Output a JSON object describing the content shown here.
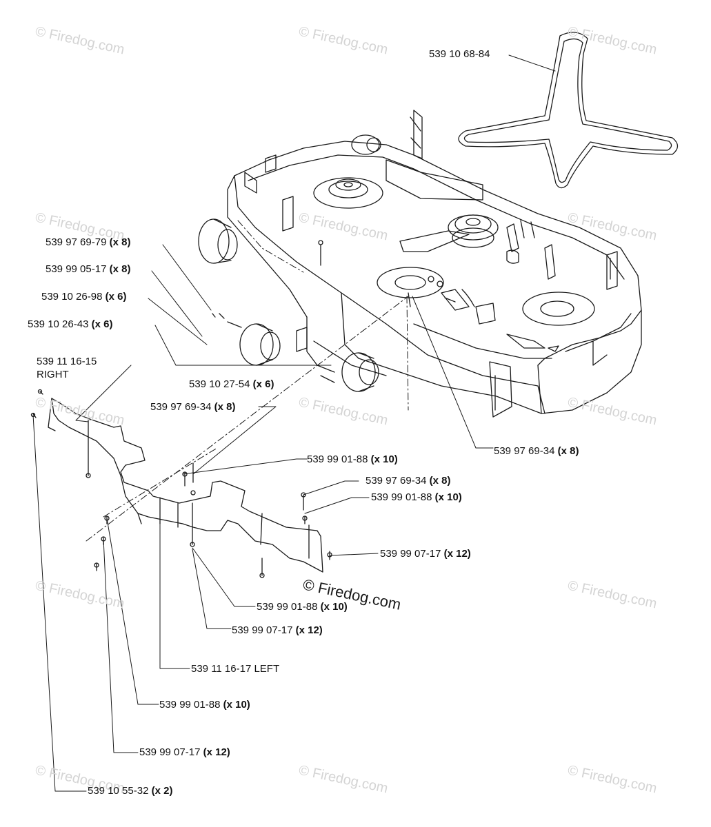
{
  "watermark": "© Firedog.com",
  "labels": [
    {
      "part": "539 10 68-84",
      "qty": ""
    },
    {
      "part": "539 97 69-79",
      "qty": "(x 8)"
    },
    {
      "part": "539 99 05-17",
      "qty": "(x 8)"
    },
    {
      "part": "539 10 26-98",
      "qty": "(x 6)"
    },
    {
      "part": "539 10 26-43",
      "qty": "(x 6)"
    },
    {
      "part": "539 11 16-15",
      "qty": ""
    },
    {
      "part": "RIGHT",
      "qty": ""
    },
    {
      "part": "539 10 27-54",
      "qty": "(x 6)"
    },
    {
      "part": "539 97 69-34",
      "qty": "(x 8)"
    },
    {
      "part": "539 97 69-34",
      "qty": "(x 8)"
    },
    {
      "part": "539 99 01-88",
      "qty": "(x 10)"
    },
    {
      "part": "539 97 69-34",
      "qty": "(x 8)"
    },
    {
      "part": "539 99 01-88",
      "qty": "(x 10)"
    },
    {
      "part": "539 99 07-17",
      "qty": "(x 12)"
    },
    {
      "part": "539 99 01-88",
      "qty": "(x 10)"
    },
    {
      "part": "539 99 07-17",
      "qty": "(x 12)"
    },
    {
      "part": "539 11 16-17 LEFT",
      "qty": ""
    },
    {
      "part": "539 99 01-88",
      "qty": "(x 10)"
    },
    {
      "part": "539 99 07-17",
      "qty": "(x 12)"
    },
    {
      "part": "539 10 55-32",
      "qty": "(x 2)"
    }
  ]
}
